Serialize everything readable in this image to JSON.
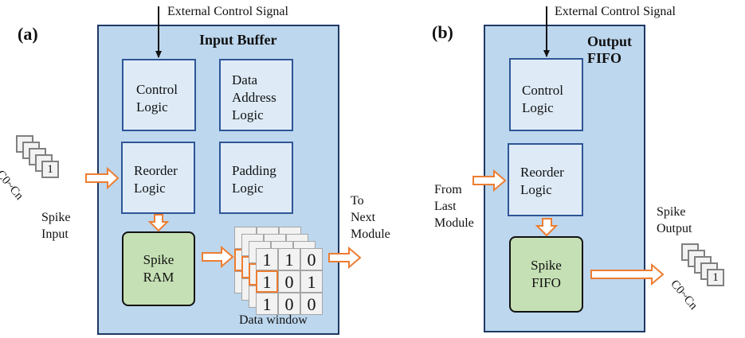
{
  "panel_a": {
    "label": "(a)",
    "external_signal": "External Control Signal",
    "title": "Input Buffer",
    "blocks": {
      "control_logic": [
        "Control",
        "Logic"
      ],
      "data_address_logic": [
        "Data",
        "Address",
        "Logic"
      ],
      "reorder_logic": [
        "Reorder",
        "Logic"
      ],
      "padding_logic": [
        "Padding",
        "Logic"
      ],
      "spike_ram": [
        "Spike",
        "RAM"
      ]
    },
    "spike_input_label": [
      "Spike",
      "Input"
    ],
    "channel_label": "C0~Cn",
    "card_value": "1",
    "data_window_label": "Data window",
    "data_window_matrix": [
      [
        "1",
        "1",
        "0"
      ],
      [
        "1",
        "0",
        "1"
      ],
      [
        "1",
        "0",
        "0"
      ]
    ],
    "to_next_label": [
      "To",
      "Next",
      "Module"
    ]
  },
  "panel_b": {
    "label": "(b)",
    "external_signal": "External Control Signal",
    "title": [
      "Output",
      "FIFO"
    ],
    "blocks": {
      "control_logic": [
        "Control",
        "Logic"
      ],
      "reorder_logic": [
        "Reorder",
        "Logic"
      ],
      "spike_fifo": [
        "Spike",
        "FIFO"
      ]
    },
    "from_label": [
      "From",
      "Last",
      "Module"
    ],
    "spike_output_label": [
      "Spike",
      "Output"
    ],
    "channel_label": "C0~Cn",
    "card_value": "1"
  },
  "colors": {
    "outer_fill": "#bdd7ee",
    "outer_border": "#1f3864",
    "inner_fill": "#deebf7",
    "inner_border": "#2f5597",
    "ram_fill": "#c5e0b4",
    "arrow_orange": "#ed7d31"
  }
}
